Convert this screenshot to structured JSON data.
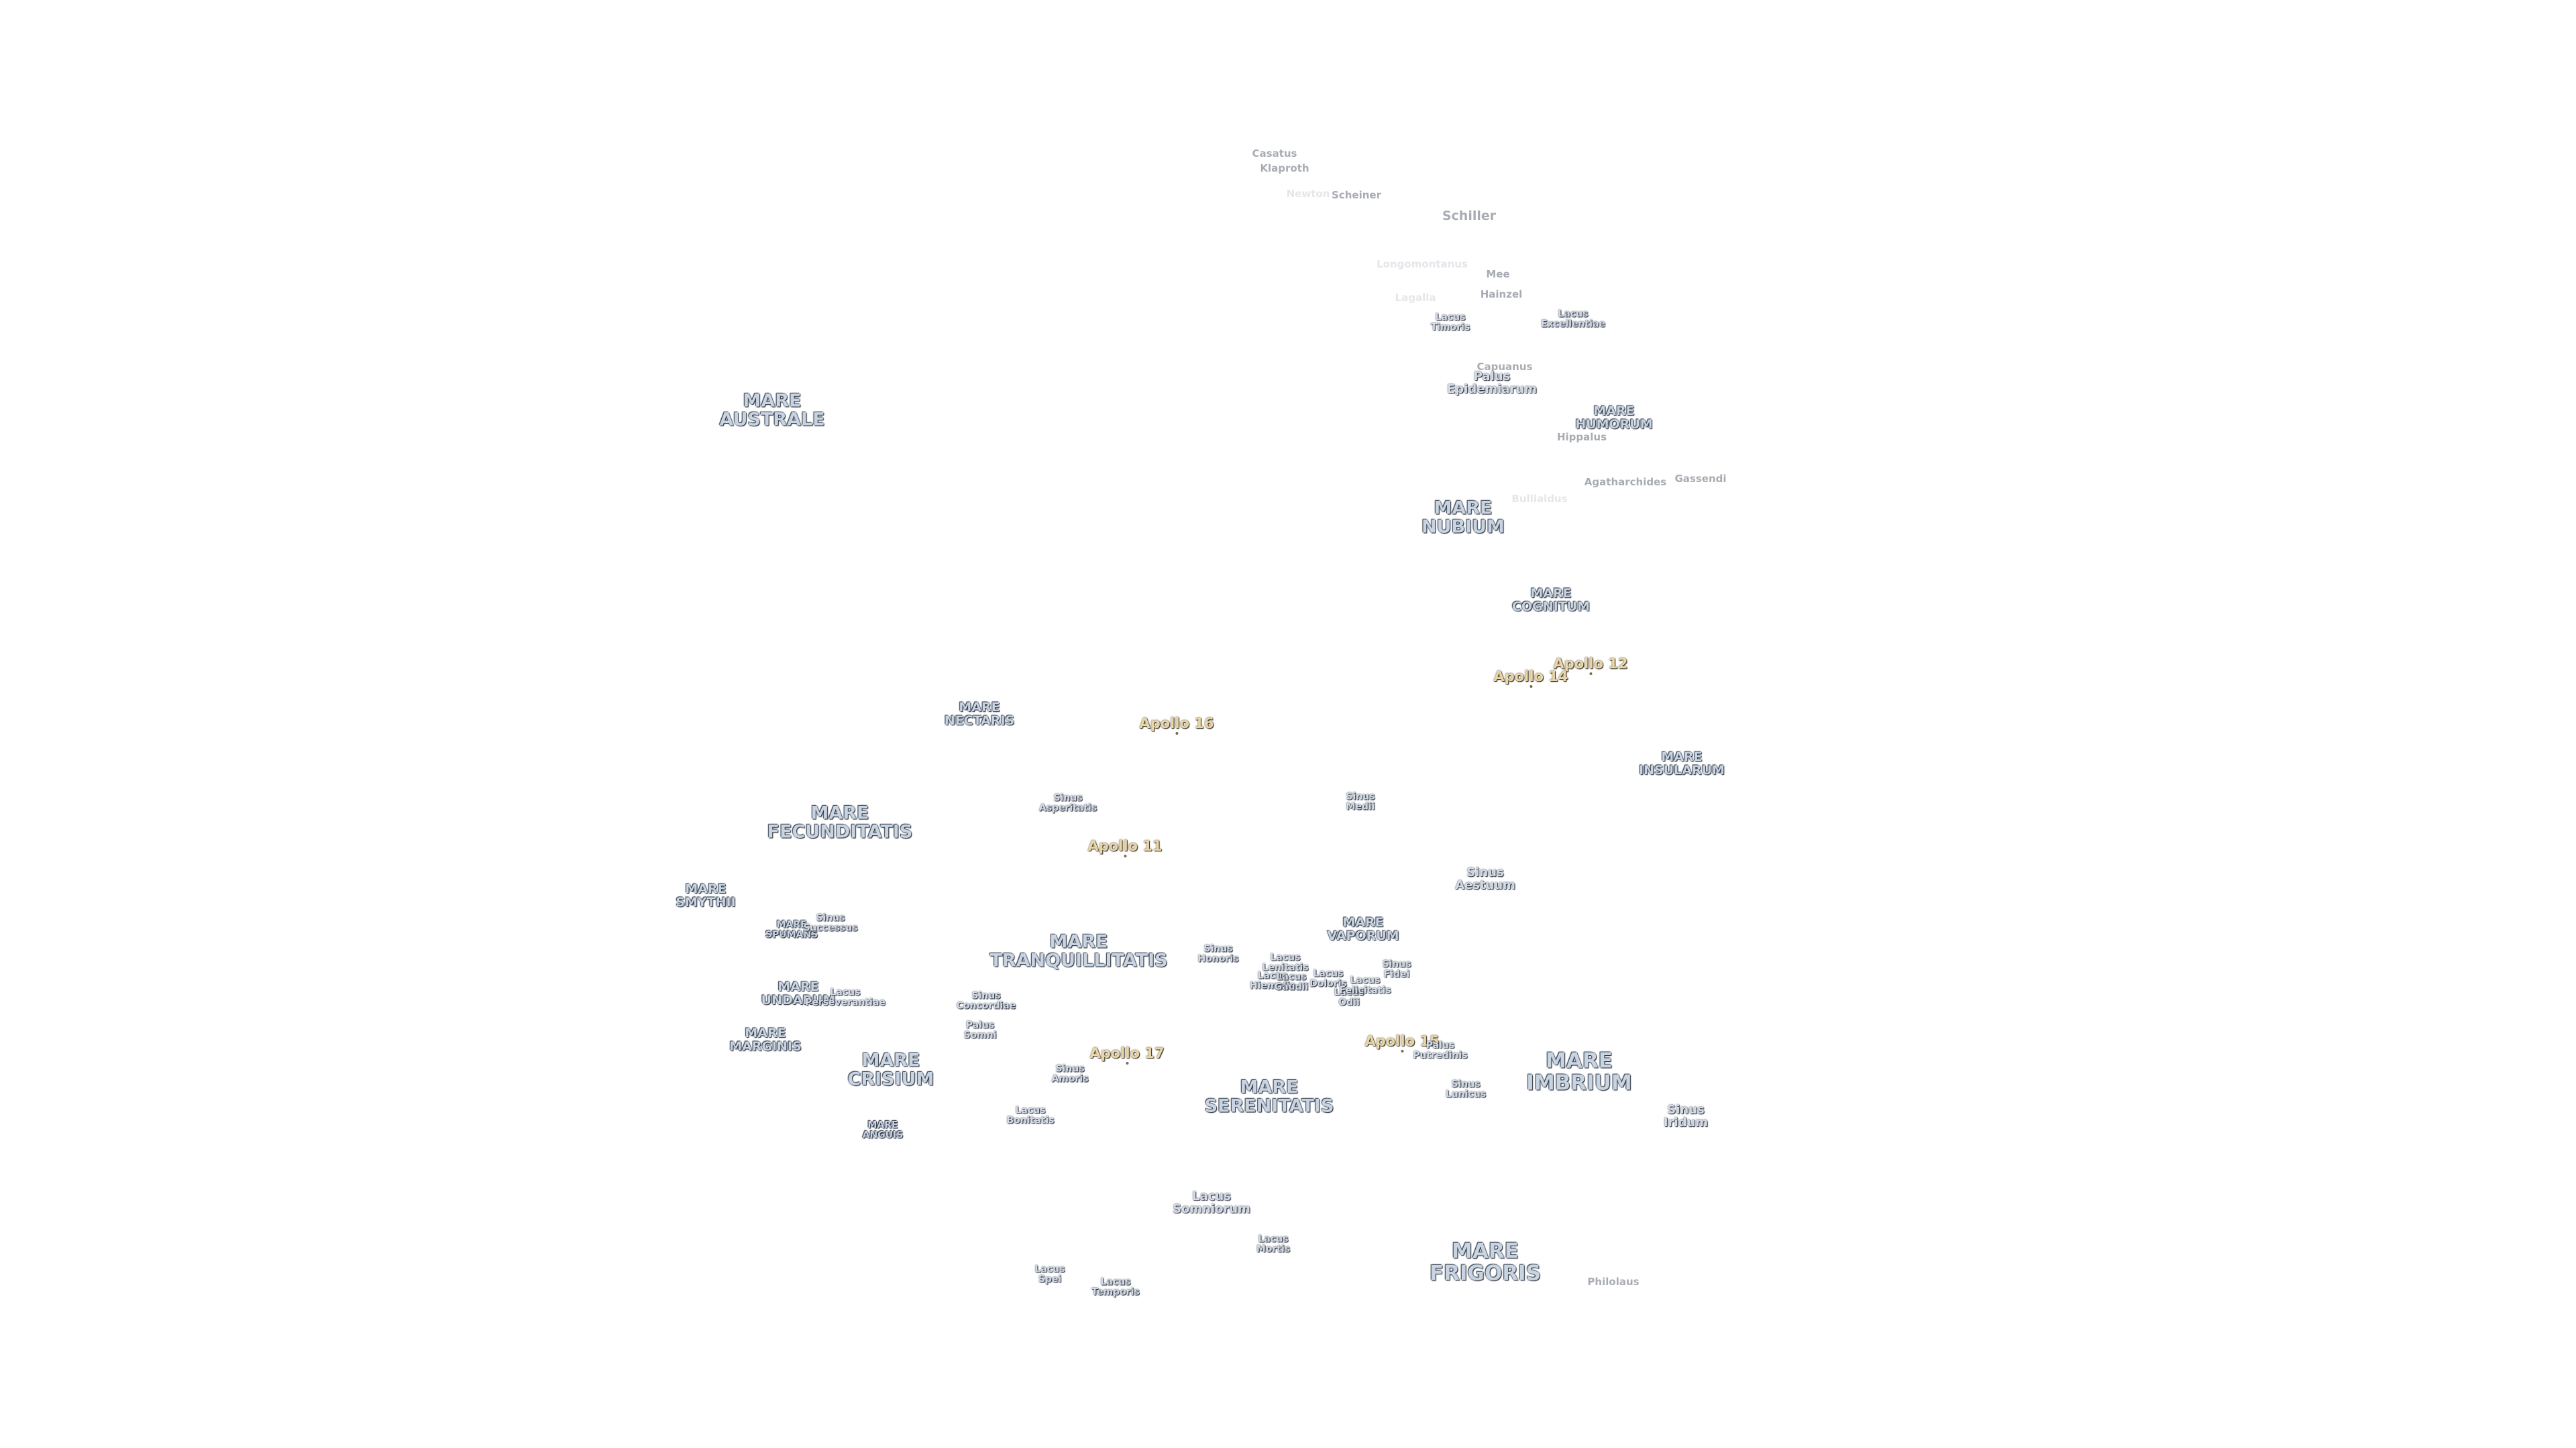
{
  "features": [
    {
      "name": "Casatus",
      "kind": "crater"
    },
    {
      "name": "Klaproth",
      "kind": "crater"
    },
    {
      "name": "Newton",
      "kind": "crater-faint"
    },
    {
      "name": "Scheiner",
      "kind": "crater"
    },
    {
      "name": "Schiller",
      "kind": "crater-lg"
    },
    {
      "name": "Longomontanus",
      "kind": "crater-faint"
    },
    {
      "name": "Mee",
      "kind": "crater"
    },
    {
      "name": "Hainzel",
      "kind": "crater"
    },
    {
      "name": "Lagalla",
      "kind": "crater-faint"
    },
    {
      "name": "Lacus\nTimoris",
      "kind": "minor"
    },
    {
      "name": "Lacus\nExcellentiae",
      "kind": "minor"
    },
    {
      "name": "Capuanus",
      "kind": "crater"
    },
    {
      "name": "Palus\nEpidemiarum",
      "kind": "minor-md"
    },
    {
      "name": "MARE\nHUMORUM",
      "kind": "mare-sm"
    },
    {
      "name": "Hippalus",
      "kind": "crater"
    },
    {
      "name": "MARE\nAUSTRALE",
      "kind": "mare"
    },
    {
      "name": "Agatharchides",
      "kind": "crater"
    },
    {
      "name": "Gassendi",
      "kind": "crater"
    },
    {
      "name": "Bullialdus",
      "kind": "crater-faint"
    },
    {
      "name": "MARE\nNUBIUM",
      "kind": "mare"
    },
    {
      "name": "MARE\nCOGNITUM",
      "kind": "mare-sm"
    },
    {
      "name": "Apollo 12",
      "kind": "apollo"
    },
    {
      "name": "Apollo 14",
      "kind": "apollo"
    },
    {
      "name": "MARE\nNECTARIS",
      "kind": "mare-sm"
    },
    {
      "name": "Apollo 16",
      "kind": "apollo"
    },
    {
      "name": "MARE\nINSULARUM",
      "kind": "mare-sm"
    },
    {
      "name": "Sinus\nAsperitatis",
      "kind": "minor"
    },
    {
      "name": "Sinus\nMedii",
      "kind": "minor"
    },
    {
      "name": "MARE\nFECUNDITATIS",
      "kind": "mare"
    },
    {
      "name": "Apollo 11",
      "kind": "apollo"
    },
    {
      "name": "Sinus\nAestuum",
      "kind": "minor-md"
    },
    {
      "name": "MARE\nSMYTHII",
      "kind": "mare-sm"
    },
    {
      "name": "MARE\nSPUMANS",
      "kind": "mare-xs"
    },
    {
      "name": "Sinus\nSuccessus",
      "kind": "minor"
    },
    {
      "name": "MARE\nVAPORUM",
      "kind": "mare-sm"
    },
    {
      "name": "MARE\nTRANQUILLITATIS",
      "kind": "mare"
    },
    {
      "name": "Sinus\nHonoris",
      "kind": "minor"
    },
    {
      "name": "Lacus\nLenitatis",
      "kind": "minor"
    },
    {
      "name": "Lacus\nHiemalis",
      "kind": "minor"
    },
    {
      "name": "Lacus\nGaudii",
      "kind": "minor"
    },
    {
      "name": "Lacus\nDoloris",
      "kind": "minor"
    },
    {
      "name": "Lacus\nOdii",
      "kind": "minor"
    },
    {
      "name": "Lacus\nFelicitatis",
      "kind": "minor"
    },
    {
      "name": "Sinus\nFidei",
      "kind": "minor"
    },
    {
      "name": "MARE\nUNDARUM",
      "kind": "mare-sm"
    },
    {
      "name": "Lacus\nPerseverantiae",
      "kind": "minor"
    },
    {
      "name": "Sinus\nConcordiae",
      "kind": "minor"
    },
    {
      "name": "MARE\nMARGINIS",
      "kind": "mare-sm"
    },
    {
      "name": "Palus\nSomni",
      "kind": "minor"
    },
    {
      "name": "Apollo 15",
      "kind": "apollo"
    },
    {
      "name": "Palus\nPutredinis",
      "kind": "minor"
    },
    {
      "name": "Apollo 17",
      "kind": "apollo"
    },
    {
      "name": "MARE\nCRISIUM",
      "kind": "mare"
    },
    {
      "name": "Sinus\nAmoris",
      "kind": "minor"
    },
    {
      "name": "MARE\nIMBRIUM",
      "kind": "mare-lg"
    },
    {
      "name": "MARE\nSERENITATIS",
      "kind": "mare"
    },
    {
      "name": "Sinus\nLunicus",
      "kind": "minor"
    },
    {
      "name": "Lacus\nBonitatis",
      "kind": "minor"
    },
    {
      "name": "Sinus\nIridum",
      "kind": "minor-md"
    },
    {
      "name": "MARE\nANGUIS",
      "kind": "mare-xs"
    },
    {
      "name": "Lacus\nSomniorum",
      "kind": "minor-md"
    },
    {
      "name": "Lacus\nMortis",
      "kind": "minor"
    },
    {
      "name": "MARE\nFRIGORIS",
      "kind": "mare-lg"
    },
    {
      "name": "Lacus\nSpei",
      "kind": "minor"
    },
    {
      "name": "Lacus\nTemporis",
      "kind": "minor"
    },
    {
      "name": "Philolaus",
      "kind": "crater"
    }
  ]
}
